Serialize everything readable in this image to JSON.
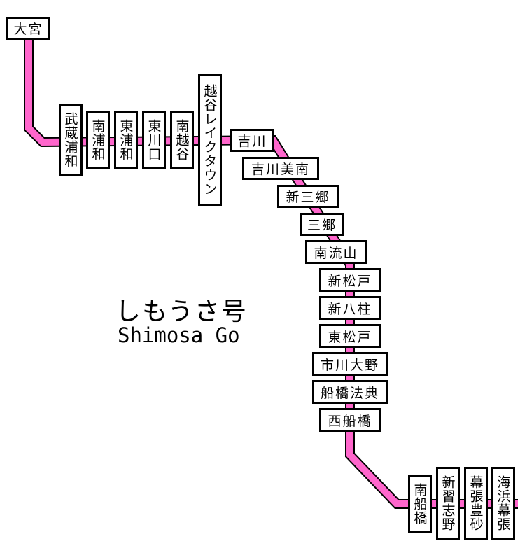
{
  "line_color": "#ff66cc",
  "title": "しもうさ号",
  "subtitle": "Shimosa Go",
  "stations": [
    "大宮",
    "武蔵浦和",
    "南浦和",
    "東浦和",
    "東川口",
    "南越谷",
    "越谷レイクタウン",
    "吉川",
    "吉川美南",
    "新三郷",
    "三郷",
    "南流山",
    "新松戸",
    "新八柱",
    "東松戸",
    "市川大野",
    "船橋法典",
    "西船橋",
    "南船橋",
    "新習志野",
    "幕張豊砂",
    "海浜幕張"
  ]
}
